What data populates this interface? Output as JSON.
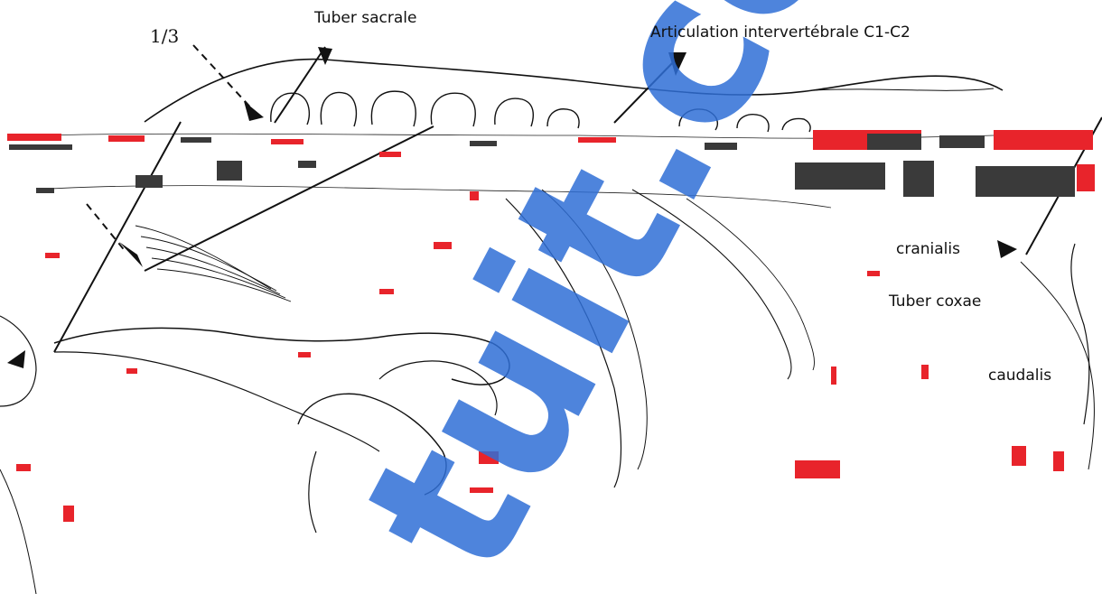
{
  "labels": {
    "fraction": "1/3",
    "tuber_sacrale": "Tuber sacrale",
    "articulation": "Articulation intervertébrale C1-C2",
    "cranialis": "cranialis",
    "tuber_coxae": "Tuber coxae",
    "caudalis": "caudalis"
  },
  "colors": {
    "ink": "#111111",
    "artifact_red": "#e8242b",
    "artifact_dark": "#3a3a3a",
    "watermark_blue": "#2f6fd6"
  },
  "watermark": "tuit.com"
}
